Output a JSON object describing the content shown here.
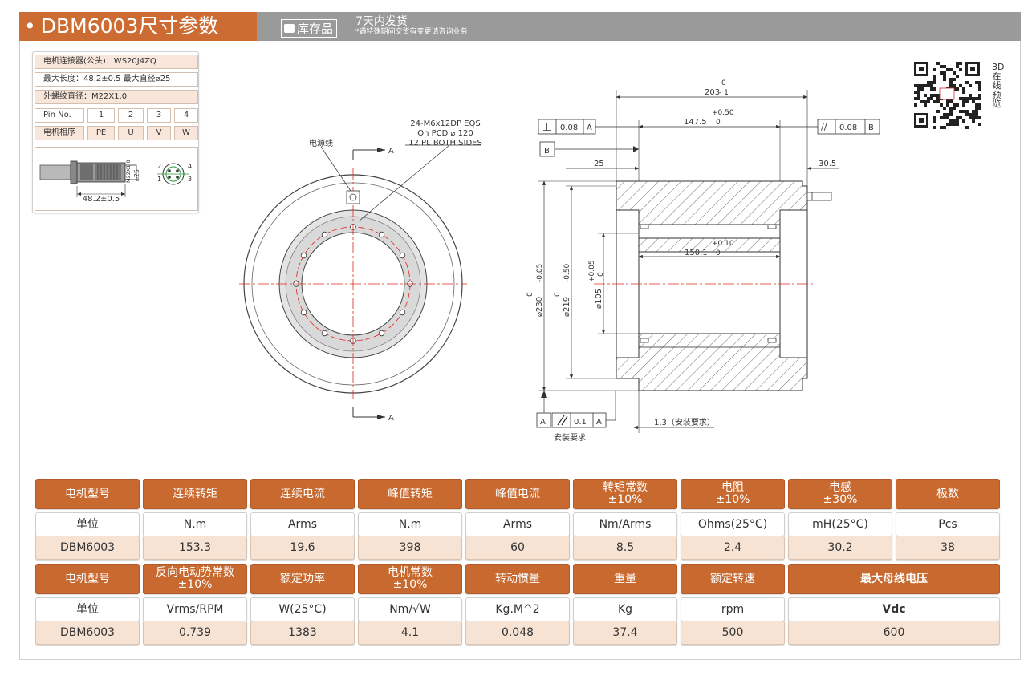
{
  "header": {
    "title": "DBM6003尺寸参数",
    "stock_badge": "库存品",
    "ship_main": "7天内发货",
    "ship_note": "*遇特殊期间交货有变更请咨询业务"
  },
  "connector": {
    "row1": "电机连接器(公头)：WS20J4ZQ",
    "row2": "最大长度：48.2±0.5   最大直径⌀25",
    "row3": "外螺纹直径：M22X1.0",
    "pin_header": "Pin No.",
    "pins": [
      "1",
      "2",
      "3",
      "4"
    ],
    "phase_header": "电机相序",
    "phases": [
      "PE",
      "U",
      "V",
      "W"
    ],
    "dim_length": "48.2±0.5",
    "dim_thread": "M22X1.0",
    "dim_dia": "⌀25",
    "pin_labels": [
      "2",
      "4",
      "1",
      "3"
    ]
  },
  "qr": {
    "label": "3D在线预览"
  },
  "front_view": {
    "cable_label": "电源线",
    "holes_note_1": "24-M6x12DP EQS",
    "holes_note_2": "On PCD ⌀ 120",
    "holes_note_3": "12 PL BOTH SIDES",
    "section_mark": "A"
  },
  "side_view": {
    "dim_203": "203",
    "dim_203_tol_upper": "0",
    "dim_203_tol_lower": "- 1",
    "dim_147": "147.5",
    "dim_147_tol_upper": "+0.50",
    "dim_147_tol_lower": "0",
    "dim_150": "150.1",
    "dim_150_tol_upper": "+0.10",
    "dim_150_tol_lower": "0",
    "dim_25": "25",
    "dim_30": "30.5",
    "dim_230": "⌀230",
    "dim_230_tol": "0\n-0.05",
    "dim_219": "⌀219",
    "dim_219_tol": "0\n-0.50",
    "dim_105": "⌀105",
    "dim_105_tol": "+0.05\n0",
    "gdt_perp": "⊥",
    "gdt_perp_val": "0.08",
    "gdt_perp_ref": "A",
    "gdt_par": "//",
    "gdt_par_val": "0.08",
    "gdt_par_ref": "B",
    "datum_b": "B",
    "datum_a": "A",
    "gdt_runout_val": "0.1",
    "gdt_runout_ref": "A",
    "install_req": "安装要求",
    "dim_13": "1.3（安装要求）"
  },
  "table1": {
    "headers": [
      "电机型号",
      "连续转矩",
      "连续电流",
      "峰值转矩",
      "峰值电流",
      "转矩常数\n±10%",
      "电阻\n±10%",
      "电感\n±30%",
      "极数"
    ],
    "units": [
      "单位",
      "N.m",
      "Arms",
      "N.m",
      "Arms",
      "Nm/Arms",
      "Ohms(25°C)",
      "mH(25°C)",
      "Pcs"
    ],
    "values": [
      "DBM6003",
      "153.3",
      "19.6",
      "398",
      "60",
      "8.5",
      "2.4",
      "30.2",
      "38"
    ]
  },
  "table2": {
    "headers": [
      "电机型号",
      "反向电动势常数\n±10%",
      "额定功率",
      "电机常数\n±10%",
      "转动惯量",
      "重量",
      "额定转速",
      "最大母线电压"
    ],
    "units": [
      "单位",
      "Vrms/RPM",
      "W(25°C)",
      "Nm/√W",
      "Kg.M^2",
      "Kg",
      "rpm",
      "Vdc"
    ],
    "values": [
      "DBM6003",
      "0.739",
      "1383",
      "4.1",
      "0.048",
      "37.4",
      "500",
      "600"
    ]
  },
  "colors": {
    "accent": "#c8692f",
    "header_grey": "#9a9a9a",
    "row_tint": "#f7e3d4",
    "centerline": "#e0261f"
  }
}
